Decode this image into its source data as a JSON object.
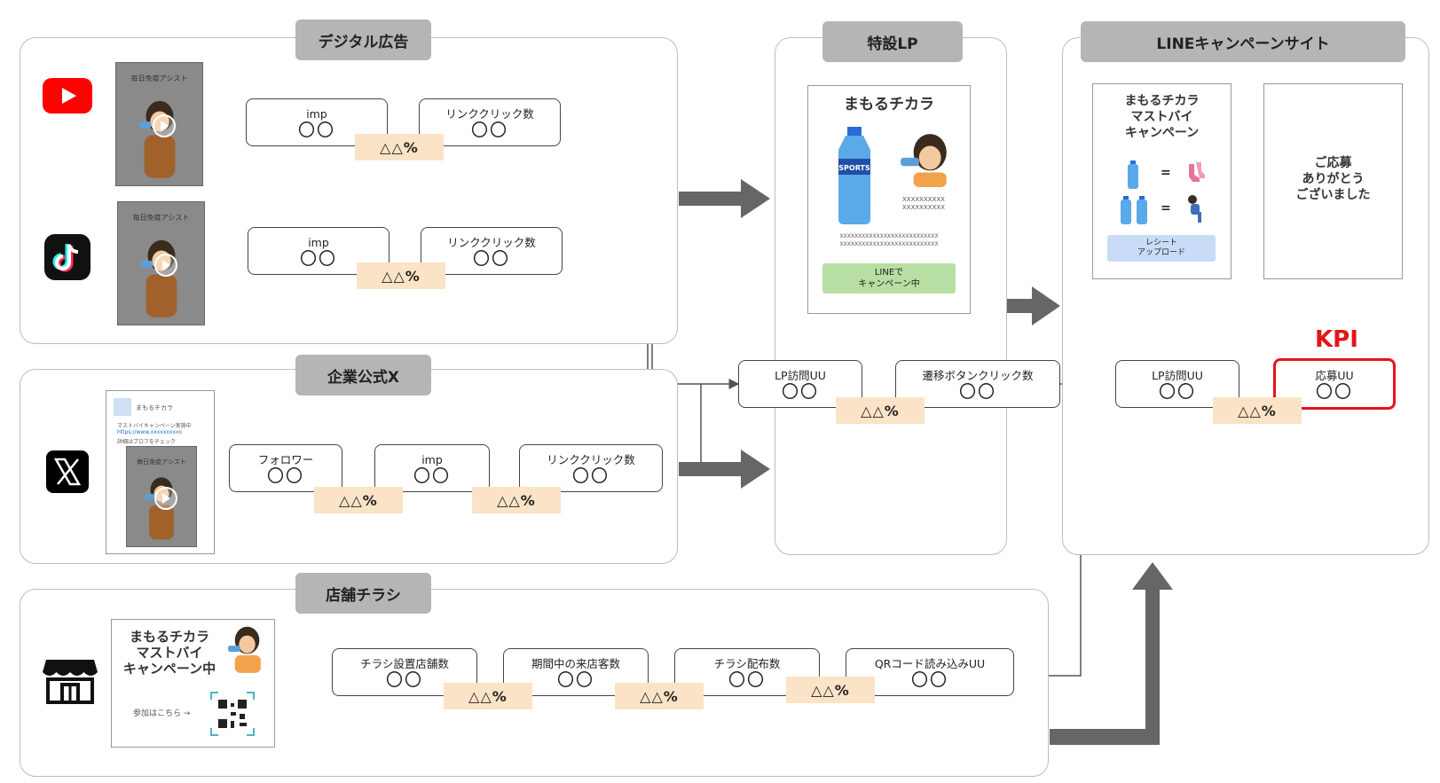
{
  "panels": {
    "digital_ad": "デジタル広告",
    "corporate_x": "企業公式X",
    "store_flyer": "店舗チラシ",
    "special_lp": "特設LP",
    "line_campaign": "LINEキャンペーンサイト"
  },
  "thumbnail_caption": "毎日免疫アシスト",
  "youtube_flow": {
    "imp_label": "imp",
    "imp_value": "〇〇",
    "click_label": "リンククリック数",
    "click_value": "〇〇",
    "rate": "△△%"
  },
  "tiktok_flow": {
    "imp_label": "imp",
    "imp_value": "〇〇",
    "click_label": "リンククリック数",
    "click_value": "〇〇",
    "rate": "△△%"
  },
  "x_flow": {
    "follower_label": "フォロワー",
    "follower_value": "〇〇",
    "imp_label": "imp",
    "imp_value": "〇〇",
    "click_label": "リンククリック数",
    "click_value": "〇〇",
    "rate1": "△△%",
    "rate2": "△△%"
  },
  "x_post": {
    "account": "まもるチカラ",
    "text1": "マストバイキャンペーン実施中",
    "text2": "https://www.xxxxxxxxxx",
    "text3": "詳細はプロフをチェック"
  },
  "flyer_flow": {
    "stores_label": "チラシ設置店舗数",
    "stores_value": "〇〇",
    "visitors_label": "期間中の来店客数",
    "visitors_value": "〇〇",
    "distributed_label": "チラシ配布数",
    "distributed_value": "〇〇",
    "qr_label": "QRコード読み込みUU",
    "qr_value": "〇〇",
    "rate1": "△△%",
    "rate2": "△△%",
    "rate3": "△△%"
  },
  "flyer_card": {
    "line1": "まもるチカラ",
    "line2": "マストバイ",
    "line3": "キャンペーン中",
    "join": "参加はこちら →"
  },
  "lp_card": {
    "brand": "まもるチカラ",
    "bottle_label": "SPORTS",
    "x_text1": "XXXXXXXXXX",
    "x_text2": "XXXXXXXXXX",
    "x_line1": "XXXXXXXXXXXXXXXXXXXXXXXXXXX",
    "x_line2": "XXXXXXXXXXXXXXXXXXXXXXXXXXX",
    "line_button1": "LINEで",
    "line_button2": "キャンペーン中"
  },
  "lp_flow": {
    "visit_label": "LP訪問UU",
    "visit_value": "〇〇",
    "click_label": "遷移ボタンクリック数",
    "click_value": "〇〇",
    "rate": "△△%"
  },
  "line_card1": {
    "title1": "まもるチカラ",
    "title2": "マストバイ",
    "title3": "キャンペーン",
    "equals": "=",
    "upload1": "レシート",
    "upload2": "アップロード"
  },
  "line_card2": {
    "line1": "ご応募",
    "line2": "ありがとう",
    "line3": "ございました"
  },
  "line_flow": {
    "visit_label": "LP訪問UU",
    "visit_value": "〇〇",
    "apply_label": "応募UU",
    "apply_value": "〇〇",
    "rate": "△△%"
  },
  "kpi_label": "KPI",
  "colors": {
    "panel_title_bg": "#b5b5b5",
    "rate_bg": "#fbe3c7",
    "kpi_red": "#e4141b",
    "arrow_gray": "#666666",
    "line_button_green": "#b7dfa3",
    "upload_blue": "#c9dcf7"
  },
  "icons": [
    "youtube-icon",
    "tiktok-icon",
    "x-icon",
    "store-icon",
    "qr-code-icon"
  ]
}
